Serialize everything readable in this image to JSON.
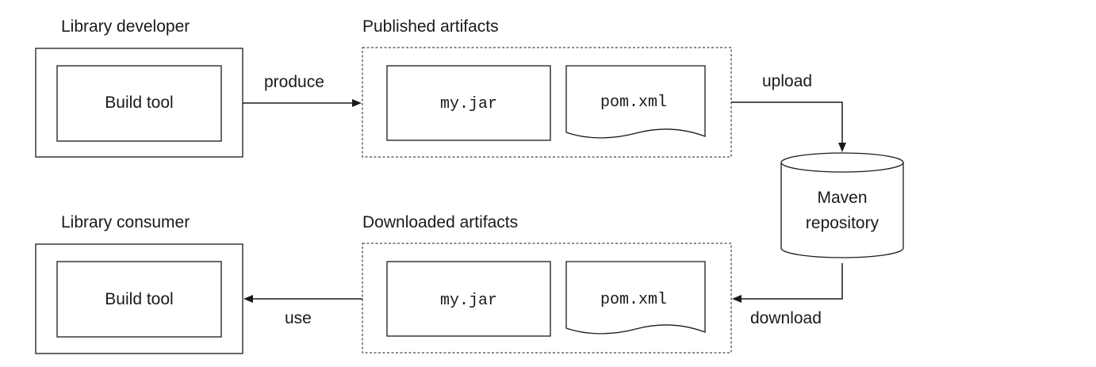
{
  "developer": {
    "heading": "Library developer",
    "tool_label": "Build tool"
  },
  "consumer": {
    "heading": "Library consumer",
    "tool_label": "Build tool"
  },
  "published": {
    "heading": "Published artifacts",
    "jar": "my.jar",
    "pom": "pom.xml"
  },
  "downloaded": {
    "heading": "Downloaded artifacts",
    "jar": "my.jar",
    "pom": "pom.xml"
  },
  "repository": {
    "line1": "Maven",
    "line2": "repository"
  },
  "arrows": {
    "produce": "produce",
    "upload": "upload",
    "download": "download",
    "use": "use"
  }
}
